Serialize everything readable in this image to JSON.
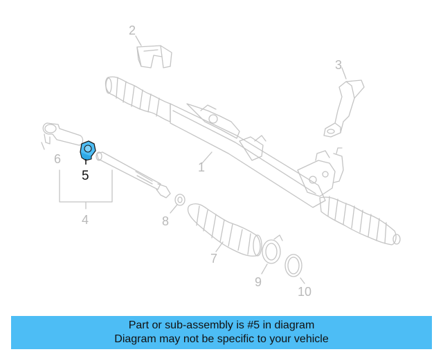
{
  "callouts": {
    "c1": "1",
    "c2": "2",
    "c3": "3",
    "c4": "4",
    "c5": "5",
    "c6": "6",
    "c7": "7",
    "c8": "8",
    "c9": "9",
    "c10": "10"
  },
  "highlight": {
    "part_number": "5",
    "color": "#4dbdf5"
  },
  "banner": {
    "line1": "Part or sub-assembly is #5 in diagram",
    "line2": "Diagram may not be specific to your vehicle",
    "background": "#4dbdf5"
  }
}
